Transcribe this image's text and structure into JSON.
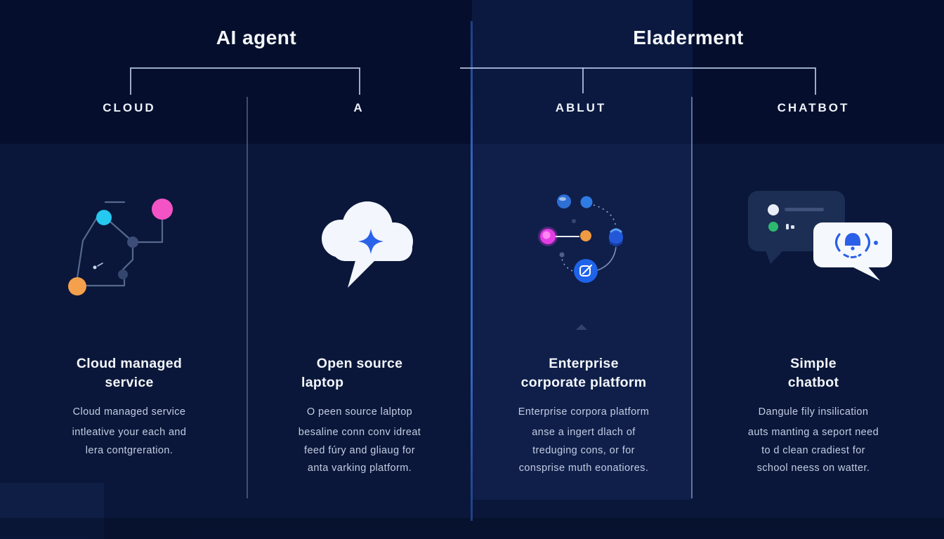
{
  "groups": [
    {
      "title": "AI agent"
    },
    {
      "title": "Eladerment"
    }
  ],
  "columns": [
    {
      "label": "CLOUD",
      "icon": "network-nodes-icon",
      "title_line1": "Cloud managed",
      "title_line2": "service",
      "lead": "Cloud managed service",
      "body_line1": "intleative your each and",
      "body_line2": "lera contgreration.",
      "body_line3": ""
    },
    {
      "label": "A",
      "icon": "cloud-ai-spark-icon",
      "title_line1": "Open source",
      "title_line2": "laptop",
      "lead": "O peen source lalptop",
      "body_line1": "besaline conn conv idreat",
      "body_line2": "feed fúry and gliaug for",
      "body_line3": "anta varking platform."
    },
    {
      "label": "ABLUT",
      "icon": "orbit-workflow-icon",
      "title_line1": "Enterprise",
      "title_line2": "corporate platform",
      "lead": "Enterprise corpora platform",
      "body_line1": "anse a ingert dlach of",
      "body_line2": "treduging cons, or for",
      "body_line3": "consprise muth eonatiores."
    },
    {
      "label": "CHATBOT",
      "icon": "chat-bubbles-icon",
      "title_line1": "Simple",
      "title_line2": "chatbot",
      "lead": "Dangule fily insilication",
      "body_line1": "auts manting a seport need",
      "body_line2": "to d clean cradiest for",
      "body_line3": "school neess on watter."
    }
  ],
  "colors": {
    "background": "#0a173a",
    "top_band": "#050f2d",
    "panel": "#16305e",
    "connector": "#b6c6e8",
    "center_divider": "#3566c4",
    "title_text": "#f3f6fb",
    "body_text": "#c3cde2",
    "cyan_node": "#25c8ee",
    "pink_node": "#f453c6",
    "orange_node": "#f5a04c",
    "magenta_node": "#e53de5",
    "accent_blue": "#2563eb",
    "green_dot": "#2eba6e",
    "cloud_white": "#f3f6fc"
  }
}
